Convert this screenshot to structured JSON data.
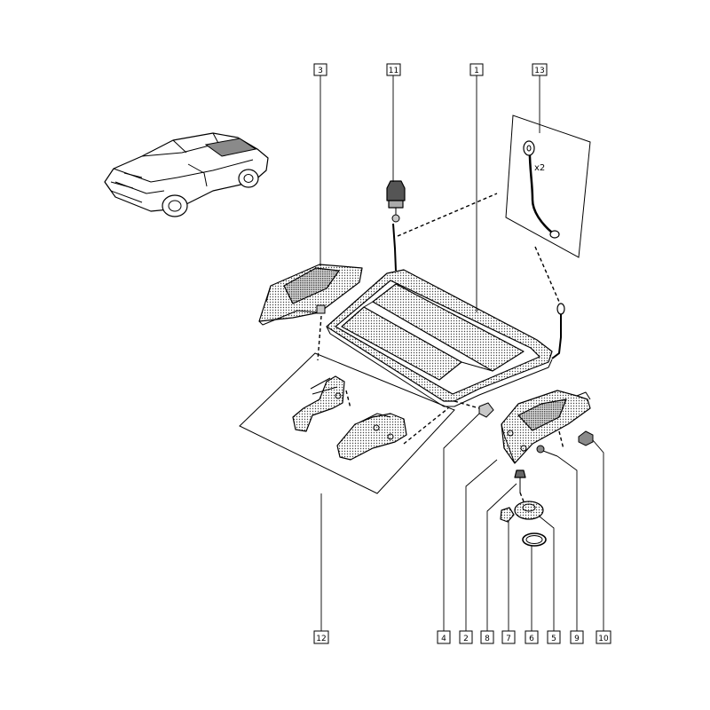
{
  "callouts": {
    "c1": "1",
    "c2": "2",
    "c3": "3",
    "c4": "4",
    "c5": "5",
    "c6": "6",
    "c7": "7",
    "c8": "8",
    "c9": "9",
    "c10": "10",
    "c11": "11",
    "c12": "12",
    "c13": "13"
  },
  "annotations": {
    "quantity_13": "x2"
  }
}
